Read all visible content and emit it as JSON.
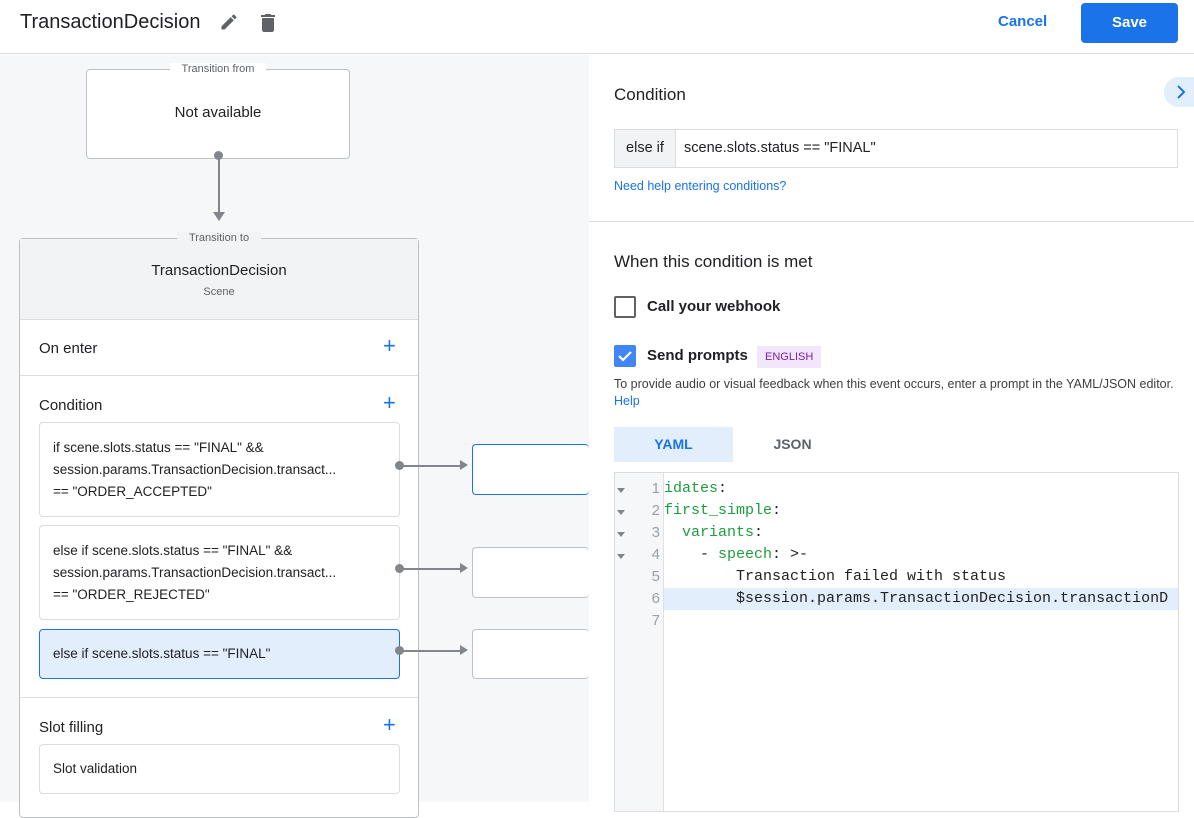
{
  "header": {
    "title": "TransactionDecision",
    "cancel_label": "Cancel",
    "save_label": "Save",
    "icons": [
      "edit-icon",
      "delete-icon"
    ]
  },
  "canvas": {
    "transition_from": {
      "legend": "Transition from",
      "value": "Not available"
    },
    "transition_to": {
      "legend": "Transition to",
      "scene_name": "TransactionDecision",
      "scene_type": "Scene"
    },
    "sections": {
      "on_enter": "On enter",
      "condition": "Condition",
      "slot_filling": "Slot filling"
    },
    "conditions": [
      {
        "line1": "if scene.slots.status == \"FINAL\" &&",
        "line2": "session.params.TransactionDecision.transact...",
        "line3": "== \"ORDER_ACCEPTED\""
      },
      {
        "line1": "else if scene.slots.status == \"FINAL\" &&",
        "line2": "session.params.TransactionDecision.transact...",
        "line3": "== \"ORDER_REJECTED\""
      },
      {
        "line1": "else if scene.slots.status == \"FINAL\"",
        "selected": true
      }
    ],
    "slot_validation": "Slot validation"
  },
  "panel": {
    "condition_title": "Condition",
    "condition_prefix": "else if",
    "condition_value": "scene.slots.status == \"FINAL\"",
    "help_link": "Need help entering conditions?",
    "when_title": "When this condition is met",
    "webhook_label": "Call your webhook",
    "webhook_checked": false,
    "prompts_label": "Send prompts",
    "prompts_checked": true,
    "language_badge": "ENGLISH",
    "description": "To provide audio or visual feedback when this event occurs, enter a prompt in the YAML/JSON editor.",
    "description_link": "Help",
    "tabs": [
      {
        "label": "YAML",
        "active": true
      },
      {
        "label": "JSON",
        "active": false
      }
    ],
    "editor": {
      "line_numbers": [
        "1",
        "2",
        "3",
        "4",
        "5",
        "6",
        "7"
      ],
      "lines": [
        {
          "key": "idates",
          "rest": ":"
        },
        {
          "key": "first_simple",
          "rest": ":"
        },
        {
          "indent": "  ",
          "key": "variants",
          "rest": ":"
        },
        {
          "indent": "    - ",
          "key": "speech",
          "rest": ": >-"
        },
        {
          "text": "        Transaction failed with status"
        },
        {
          "text": "        $session.params.TransactionDecision.transactionD"
        },
        {
          "text": ""
        }
      ],
      "highlighted_line": 6
    }
  },
  "colors": {
    "accent": "#1a73e8",
    "badge_bg": "#f1e6fb",
    "badge_text": "#7b1fa2",
    "yaml_key": "#1e9e3e",
    "selected_bg": "#e3eefc"
  }
}
